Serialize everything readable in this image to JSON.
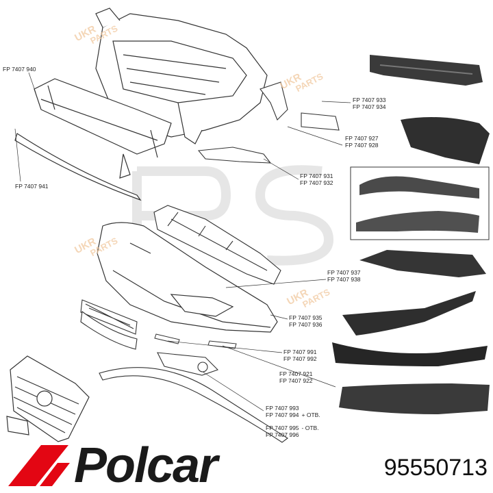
{
  "labels": [
    {
      "id": "l940",
      "lines": [
        "FP 7407 940"
      ],
      "note": ""
    },
    {
      "id": "l941",
      "lines": [
        "FP 7407 941"
      ],
      "note": ""
    },
    {
      "id": "l933",
      "lines": [
        "FP 7407 933",
        "FP 7407 934"
      ],
      "note": ""
    },
    {
      "id": "l927",
      "lines": [
        "FP 7407 927",
        "FP 7407 928"
      ],
      "note": ""
    },
    {
      "id": "l931",
      "lines": [
        "FP 7407 931",
        "FP 7407 932"
      ],
      "note": ""
    },
    {
      "id": "l937",
      "lines": [
        "FP 7407 937",
        "FP 7407 938"
      ],
      "note": ""
    },
    {
      "id": "l935",
      "lines": [
        "FP 7407 935",
        "FP 7407 936"
      ],
      "note": ""
    },
    {
      "id": "l991",
      "lines": [
        "FP 7407 991",
        "FP 7407 992"
      ],
      "note": ""
    },
    {
      "id": "l921",
      "lines": [
        "FP 7407 921",
        "FP 7407 922"
      ],
      "note": ""
    },
    {
      "id": "l993",
      "lines": [
        "FP 7407 993",
        "FP 7407 994"
      ],
      "note": "+ OTB."
    },
    {
      "id": "l995",
      "lines": [
        "FP 7407 995",
        "FP 7407 996"
      ],
      "note": "- OTB."
    }
  ],
  "watermark": {
    "top": "UKR",
    "bottom": "PARTS"
  },
  "brand": {
    "name": "Polcar",
    "color": "#e30613"
  },
  "part_number": "95550713"
}
